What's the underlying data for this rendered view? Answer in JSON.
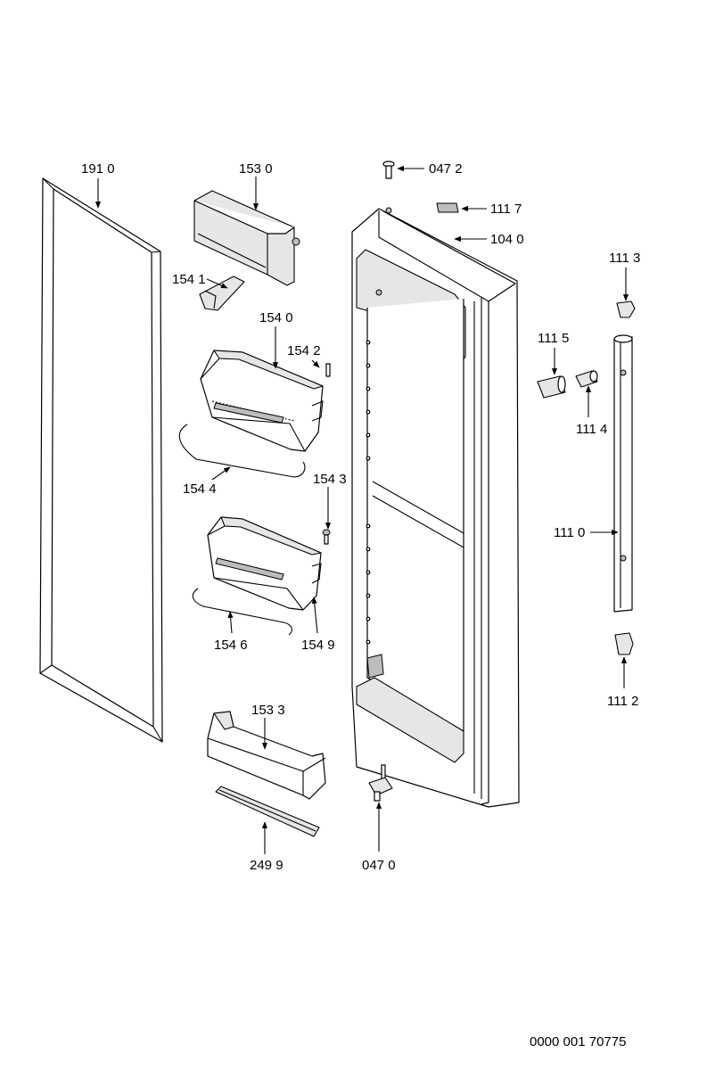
{
  "labels": {
    "p1910": "191 0",
    "p1530": "153 0",
    "p1541": "154 1",
    "p1540": "154 0",
    "p1542": "154 2",
    "p1544": "154 4",
    "p1543": "154 3",
    "p1546": "154 6",
    "p1549": "154 9",
    "p1533": "153 3",
    "p2499": "249 9",
    "p0472": "047 2",
    "p1117": "111 7",
    "p1040": "104 0",
    "p0470": "047 0",
    "p1113": "111 3",
    "p1115": "111 5",
    "p1114": "111 4",
    "p1110": "111 0",
    "p1112": "111 2"
  },
  "drawing_number": "0000 001 70775"
}
